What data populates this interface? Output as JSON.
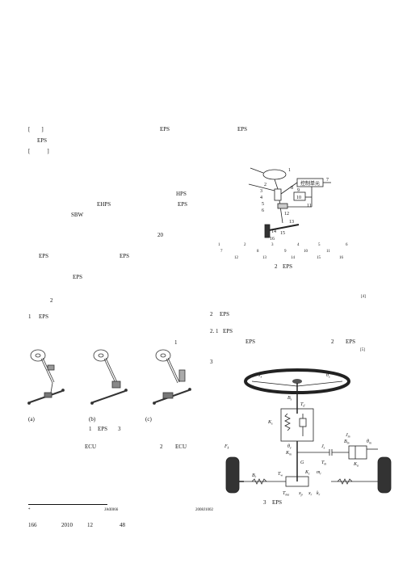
{
  "abstract": {
    "bracket1": "[　　]",
    "eps_a": "EPS",
    "eps_b": "EPS",
    "eps_c": "EPS",
    "bracket2": "[　　　]"
  },
  "left": {
    "hps": "HPS",
    "ehps": "EHPS",
    "eps1": "EPS",
    "sbw": "SBW",
    "num20": "20",
    "eps2": "EPS",
    "eps3": "EPS",
    "eps4": "EPS",
    "num2": "2",
    "sec1_num": "1",
    "sec1_title": "EPS",
    "ref1": "1",
    "fig1_a": "(a)",
    "fig1_b": "(b)",
    "fig1_c": "(c)",
    "fig1_cap_num": "1",
    "fig1_cap_eps": "EPS",
    "fig1_cap_3": "3",
    "ecu1": "ECU",
    "num2b": "2",
    "ecu2": "ECU"
  },
  "footnote": {
    "star": "*",
    "code": "JA0I066",
    "year": "2008J1002"
  },
  "footer": {
    "page": "166",
    "year": "2010",
    "month": "12",
    "issue": "48"
  },
  "fig2": {
    "controller_label": "控制单元",
    "callouts": [
      "1",
      "2",
      "3",
      "4",
      "5",
      "6",
      "7",
      "8",
      "9",
      "10",
      "11",
      "12",
      "13",
      "14",
      "15",
      "16"
    ],
    "legend_row1": [
      "1",
      "2",
      "3",
      "4",
      "5",
      "6"
    ],
    "legend_row2": [
      "7",
      "8",
      "9",
      "10",
      "11"
    ],
    "legend_row3": [
      "12",
      "13",
      "14",
      "15",
      "16"
    ],
    "caption_num": "2",
    "caption_eps": "EPS",
    "ref4": "[4]"
  },
  "right": {
    "sec2_num": "2",
    "sec2_title": "EPS",
    "sub21_num": "2. 1",
    "sub21_title": "EPS",
    "eps5": "EPS",
    "num2c": "2",
    "eps6": "EPS",
    "ref5": "[5]",
    "num3": "3"
  },
  "fig3": {
    "labels": {
      "Js": "J",
      "Js_sub": "s",
      "theta_s": "θ",
      "theta_s_sub": "s",
      "Bs": "B",
      "Bs_sub": "s",
      "Td": "T",
      "Td_sub": "d",
      "Ks": "K",
      "Ks_sub": "s",
      "theta_e": "θ",
      "theta_e_sub": "e",
      "Km": "K",
      "Km_sub": "m",
      "G": "G",
      "Jm": "J",
      "Jm_sub": "m",
      "Bm": "B",
      "Bm_sub": "m",
      "theta_m": "θ",
      "theta_m_sub": "m",
      "Tm": "T",
      "Tm_sub": "m",
      "Ka": "K",
      "Ka_sub": "a",
      "Fk": "F",
      "Fk_sub": "k",
      "Br": "B",
      "Br_sub": "r",
      "Tw": "T",
      "Tw_sub": "w",
      "Kc": "K",
      "Kc_sub": "c",
      "mr": "m",
      "mr_sub": "r",
      "Tma": "T",
      "Tma_sub": "ma",
      "xp": "x",
      "xp_sub": "p",
      "xr": "x",
      "xr_sub": "r",
      "kr": "k",
      "kr_sub": "r"
    },
    "caption_num": "3",
    "caption_eps": "EPS"
  }
}
